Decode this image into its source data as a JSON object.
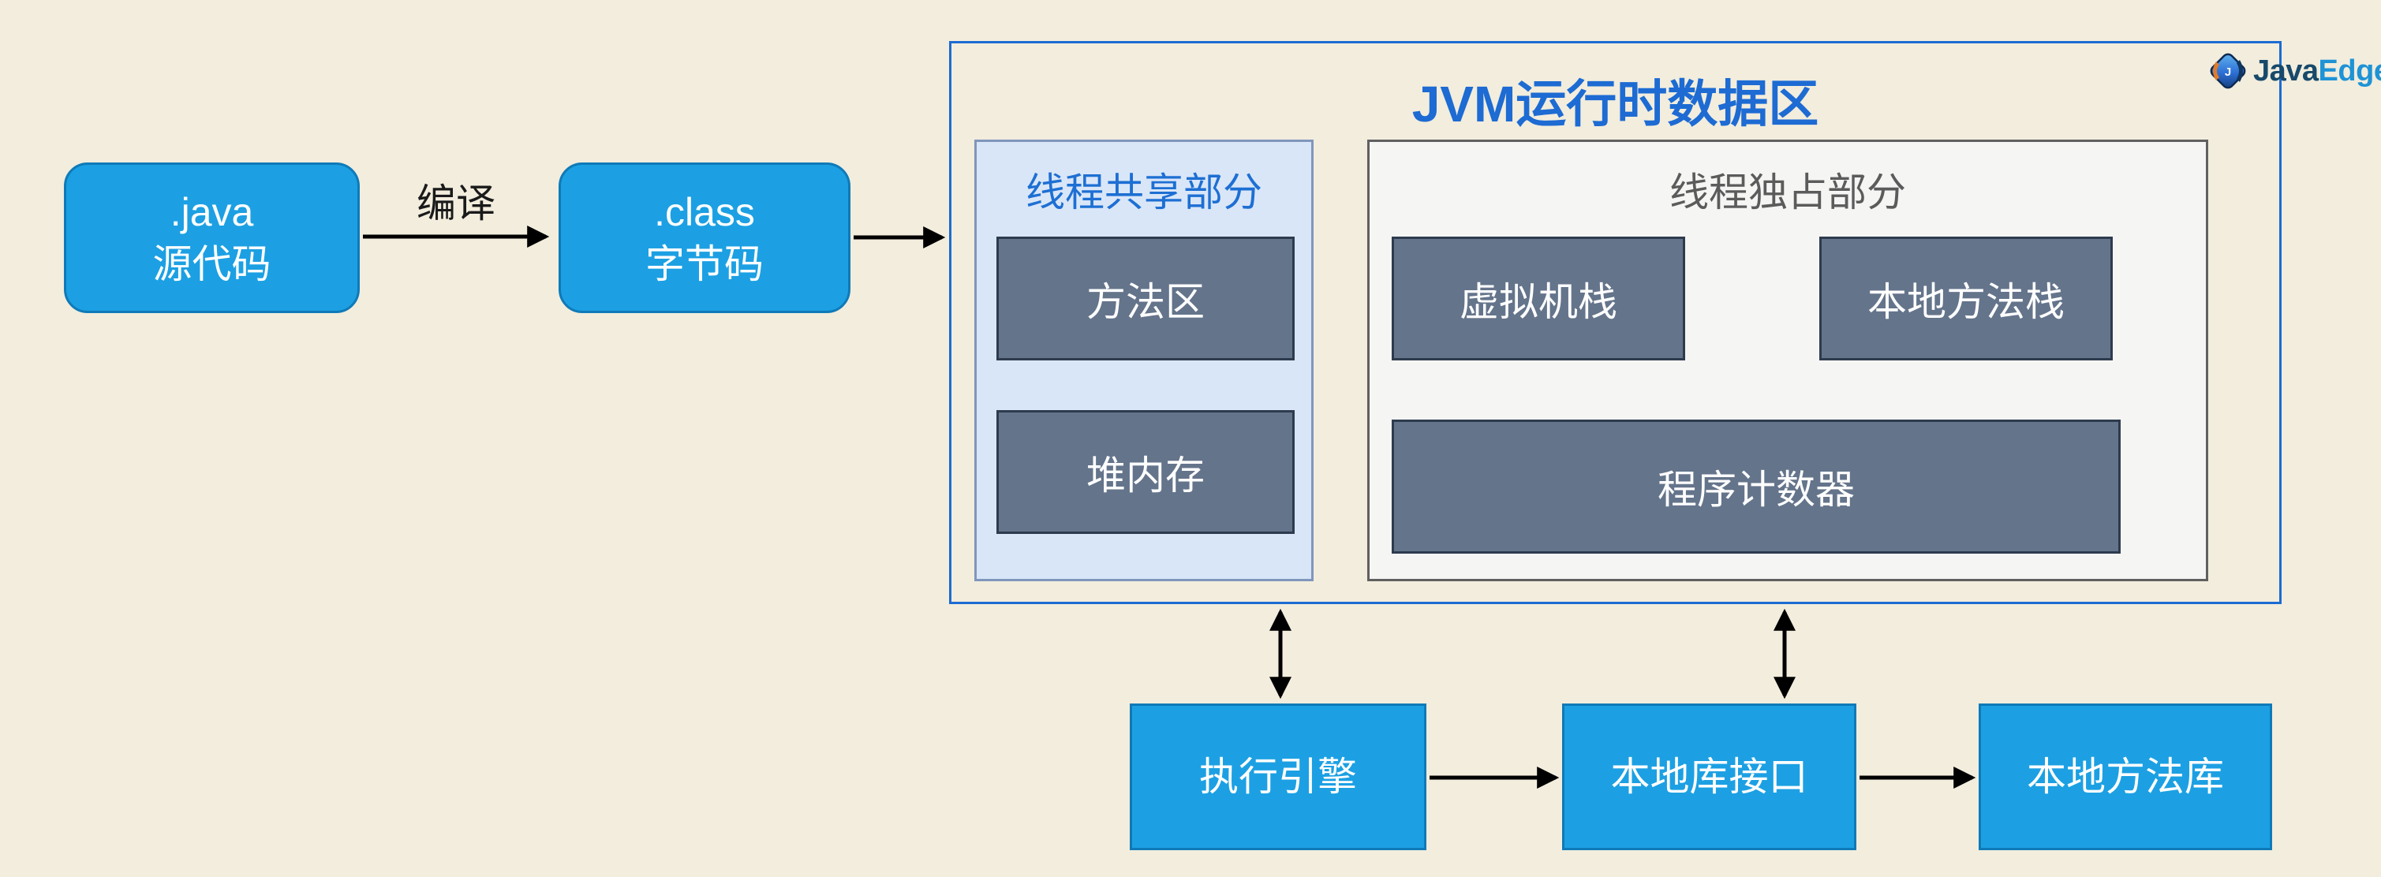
{
  "flow": {
    "java_box": {
      "line1": ".java",
      "line2": "源代码"
    },
    "compile_label": "编译",
    "class_box": {
      "line1": ".class",
      "line2": "字节码"
    }
  },
  "jvm": {
    "title": "JVM运行时数据区",
    "shared": {
      "title": "线程共享部分",
      "items": [
        "方法区",
        "堆内存"
      ]
    },
    "exclusive": {
      "title": "线程独占部分",
      "items": [
        "虚拟机栈",
        "本地方法栈",
        "程序计数器"
      ]
    }
  },
  "engine_row": {
    "items": [
      "执行引擎",
      "本地库接口",
      "本地方法库"
    ]
  },
  "logo": {
    "java": "Java",
    "edge": "Edge"
  },
  "colors": {
    "background": "#F2EDDD",
    "node_blue": "#1CA0E3",
    "node_blue_border": "#0F7AB8",
    "slate": "#64748B",
    "slate_border": "#2E3B4E",
    "jvm_border": "#1D6BD3",
    "jvm_title_blue": "#1D6BD3",
    "shared_fill": "#D9E6F8",
    "shared_border": "#8096BC",
    "shared_title_blue": "#1D6FD3",
    "exclusive_fill": "#F5F5F4",
    "exclusive_border": "#606060",
    "exclusive_title_gray": "#5B5B5B",
    "arrow_black": "#000000",
    "logo_java_navy": "#17496A",
    "logo_edge_blue": "#1E93D6"
  }
}
